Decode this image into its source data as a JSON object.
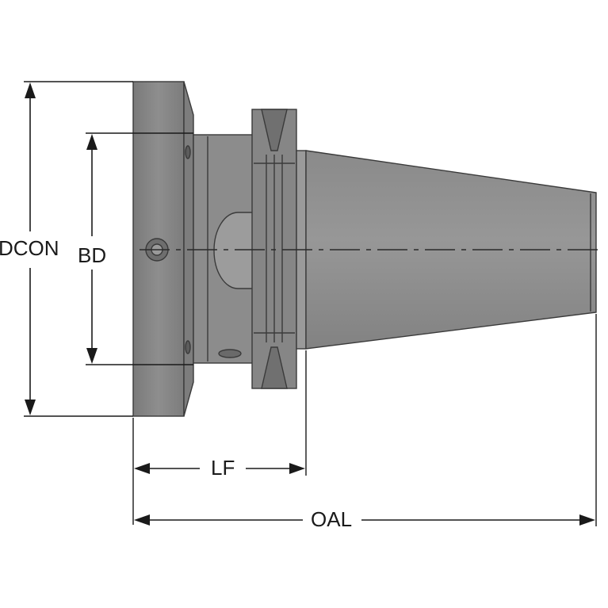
{
  "dimensions": {
    "dcon": "DCON",
    "bd": "BD",
    "lf": "LF",
    "oal": "OAL"
  },
  "colors": {
    "body": "#8c8c8c",
    "body_dark": "#6f6f6f",
    "body_light": "#a6a6a6",
    "line": "#1a1a1a"
  }
}
